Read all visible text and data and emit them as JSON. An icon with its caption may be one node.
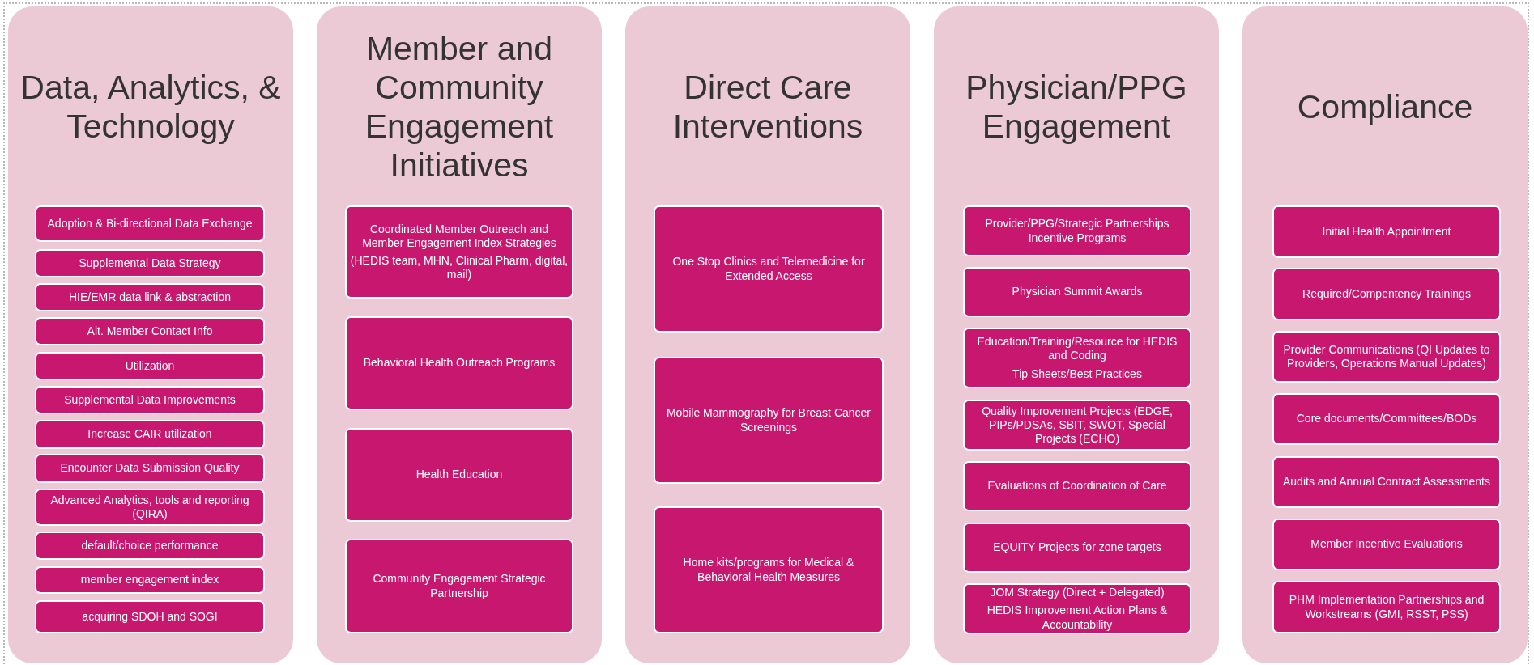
{
  "diagram": {
    "nodes": [
      {
        "text": [
          "Data, Analytics, & Technology"
        ]
      },
      {
        "text": [
          "Adoption & Bi-directional Data Exchange"
        ],
        "in": 0
      },
      {
        "text": [
          "Supplemental Data Strategy"
        ],
        "in": 0
      },
      {
        "text": [
          "HIE/EMR data link & abstraction"
        ],
        "in": 0
      },
      {
        "text": [
          "Alt. Member Contact Info"
        ],
        "in": 0
      },
      {
        "text": [
          "Utilization"
        ],
        "in": 0
      },
      {
        "text": [
          "Supplemental Data Improvements"
        ],
        "in": 0
      },
      {
        "text": [
          "Increase CAIR utilization"
        ],
        "in": 0
      },
      {
        "text": [
          "Encounter Data Submission Quality"
        ],
        "in": 0
      },
      {
        "text": [
          "Advanced Analytics, tools and reporting (QIRA)"
        ],
        "in": 0
      },
      {
        "text": [
          "default/choice performance"
        ],
        "in": 0
      },
      {
        "text": [
          "member engagement index"
        ],
        "in": 0
      },
      {
        "text": [
          "acquiring SDOH and SOGI"
        ],
        "in": 0
      },
      {
        "text": [
          "Member and Community Engagement Initiatives"
        ]
      },
      {
        "text": [
          "Coordinated Member Outreach and Member Engagement Index Strategies",
          "(HEDIS team, MHN, Clinical Pharm, digital, mail)"
        ],
        "in": 13
      },
      {
        "text": [
          "Behavioral Health Outreach Programs"
        ],
        "in": 13
      },
      {
        "text": [
          "Health Education"
        ],
        "in": 13
      },
      {
        "text": [
          "Community Engagement Strategic Partnership"
        ],
        "in": 13
      },
      {
        "text": [
          "Direct Care Interventions"
        ]
      },
      {
        "text": [
          "One Stop Clinics and Telemedicine for Extended Access"
        ],
        "in": 18
      },
      {
        "text": [
          "Mobile Mammography for Breast Cancer Screenings"
        ],
        "in": 18
      },
      {
        "text": [
          "Home kits/programs for Medical & Behavioral Health Measures"
        ],
        "in": 18
      },
      {
        "text": [
          "Physician/PPG Engagement"
        ]
      },
      {
        "text": [
          "Provider/PPG/Strategic Partnerships Incentive Programs"
        ],
        "in": 22
      },
      {
        "text": [
          "Physician Summit Awards"
        ],
        "in": 22
      },
      {
        "text": [
          "Education/Training/Resource for HEDIS and Coding",
          "Tip Sheets/Best Practices"
        ],
        "in": 22
      },
      {
        "text": [
          "Quality Improvement Projects (EDGE, PIPs/PDSAs, SBIT, SWOT, Special Projects (ECHO)"
        ],
        "in": 22
      },
      {
        "text": [
          "Evaluations of Coordination of Care"
        ],
        "in": 22
      },
      {
        "text": [
          "EQUITY Projects for zone targets"
        ],
        "in": 22
      },
      {
        "text": [
          "JOM Strategy (Direct + Delegated)",
          "HEDIS Improvement Action Plans & Accountability"
        ],
        "in": 22
      },
      {
        "text": [
          "Compliance"
        ]
      },
      {
        "text": [
          "Initial Health Appointment"
        ],
        "in": 30
      },
      {
        "text": [
          "Required/Compentency Trainings"
        ],
        "in": 30
      },
      {
        "text": [
          "Provider Communications (QI Updates to Providers, Operations Manual Updates)"
        ],
        "in": 30
      },
      {
        "text": [
          "Core documents/Committees/BODs"
        ],
        "in": 30
      },
      {
        "text": [
          "Audits and Annual Contract Assessments"
        ],
        "in": 30
      },
      {
        "text": [
          "Member Incentive Evaluations"
        ],
        "in": 30
      },
      {
        "text": [
          "PHM Implementation Partnerships and Workstreams (GMI, RSST, PSS)"
        ],
        "in": 30
      }
    ],
    "edges": []
  }
}
